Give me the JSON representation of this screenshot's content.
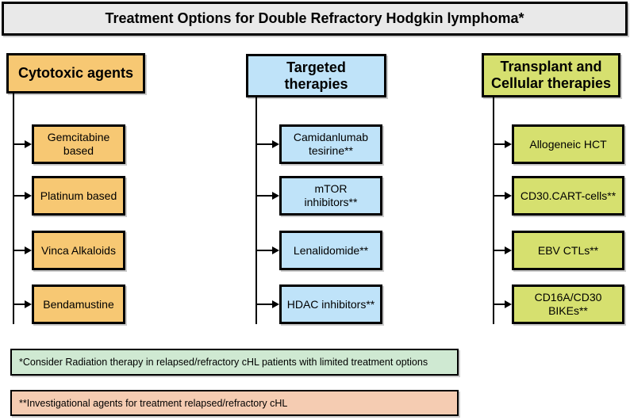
{
  "title": "Treatment Options for Double Refractory Hodgkin lymphoma*",
  "columns": [
    {
      "header": {
        "label": "Cytotoxic agents",
        "lines": [
          "Cytotoxic agents"
        ]
      },
      "color": "#F7C873",
      "items": [
        {
          "label": "Gemcitabine based",
          "lines": [
            "Gemcitabine",
            "based"
          ]
        },
        {
          "label": "Platinum based",
          "lines": [
            "Platinum based"
          ]
        },
        {
          "label": "Vinca Alkaloids",
          "lines": [
            "Vinca Alkaloids"
          ]
        },
        {
          "label": "Bendamustine",
          "lines": [
            "Bendamustine"
          ]
        }
      ]
    },
    {
      "header": {
        "label": "Targeted therapies",
        "lines": [
          "Targeted",
          "therapies"
        ]
      },
      "color": "#BFE3F9",
      "items": [
        {
          "label": "Camidanlumab tesirine**",
          "lines": [
            "Camidanlumab",
            "tesirine**"
          ]
        },
        {
          "label": "mTOR inhibitors**",
          "lines": [
            "mTOR",
            "inhibitors**"
          ]
        },
        {
          "label": "Lenalidomide**",
          "lines": [
            "Lenalidomide**"
          ]
        },
        {
          "label": "HDAC inhibitors**",
          "lines": [
            "HDAC inhibitors**"
          ]
        }
      ]
    },
    {
      "header": {
        "label": "Transplant and Cellular therapies",
        "lines": [
          "Transplant and",
          "Cellular therapies"
        ]
      },
      "color": "#D6E06F",
      "items": [
        {
          "label": "Allogeneic HCT",
          "lines": [
            "Allogeneic HCT"
          ]
        },
        {
          "label": "CD30.CART-cells**",
          "lines": [
            "CD30.CART-cells**"
          ]
        },
        {
          "label": "EBV CTLs**",
          "lines": [
            "EBV CTLs**"
          ]
        },
        {
          "label": "CD16A/CD30 BIKEs**",
          "lines": [
            "CD16A/CD30",
            "BIKEs**"
          ]
        }
      ]
    }
  ],
  "footnotes": [
    {
      "label": "*Consider Radiation therapy in relapsed/refractory cHL patients with limited treatment options",
      "color": "#CFE9D2"
    },
    {
      "label": "**Investigational agents for treatment relapsed/refractory cHL",
      "color": "#F5CCB2"
    }
  ],
  "colors": {
    "title_bg": "#E9E9E9",
    "border": "#000000",
    "background": "#FFFFFF"
  }
}
